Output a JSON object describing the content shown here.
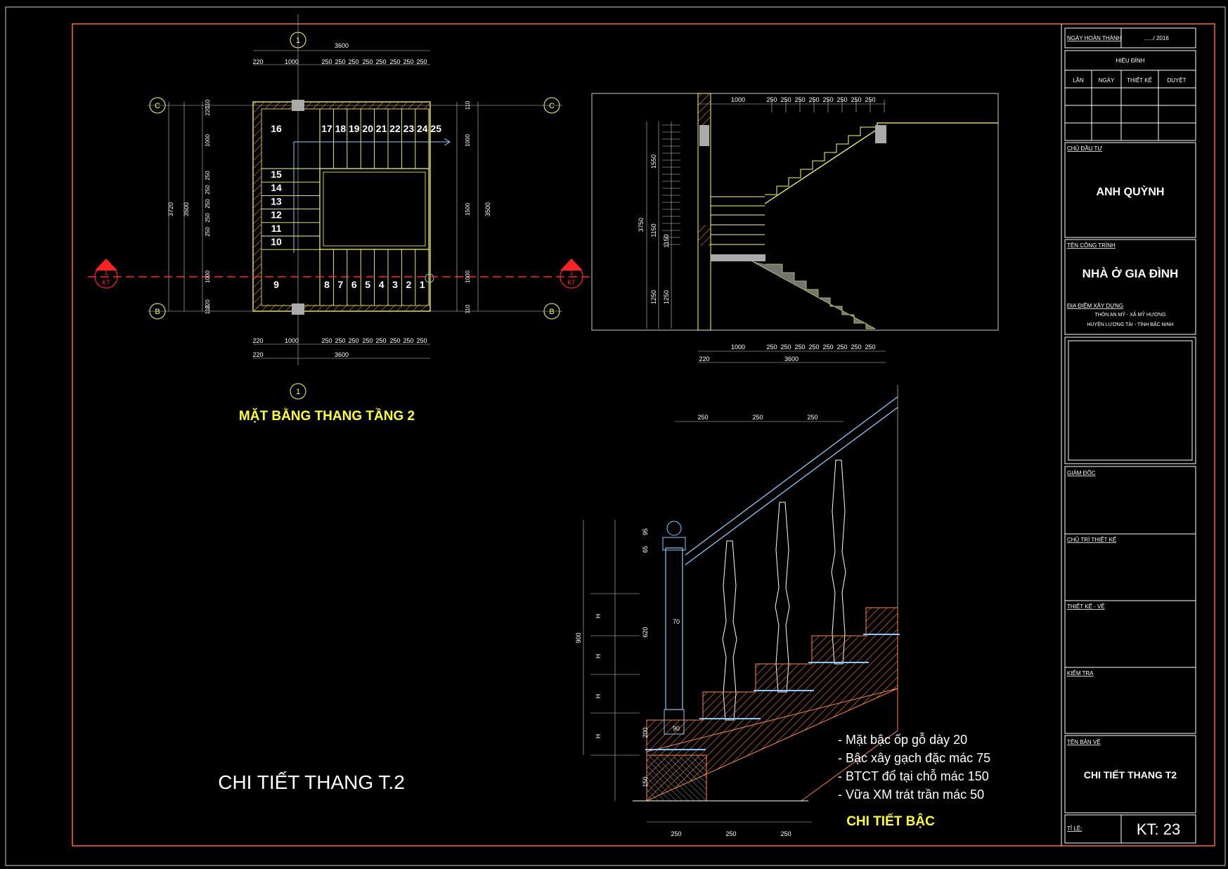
{
  "colors": {
    "background": "#000000",
    "border": "#ff6633",
    "stair_lines": "#ffff66",
    "dimension": "#ffffff",
    "axis_red": "#ff2222",
    "handrail": "#88ccff",
    "hatch": "#ff8844",
    "title_yellow": "#ffff33"
  },
  "plan": {
    "title": "MẶT BẰNG THANG TẦNG 2",
    "grid_axis_1": "1",
    "grid_axis_c": "C",
    "grid_axis_b": "B",
    "section_mark_top": "1",
    "section_mark_bottom": "KT",
    "top_total": "3600",
    "top_dims": [
      "220",
      "1000",
      "250",
      "250",
      "250",
      "250",
      "250",
      "250",
      "250",
      "250"
    ],
    "bottom_total": "3600",
    "bottom_dims": [
      "220",
      "1000",
      "250",
      "250",
      "250",
      "250",
      "250",
      "250",
      "250",
      "250"
    ],
    "bottom_first": "220",
    "left_dims": [
      "110",
      "220",
      "1000",
      "250",
      "250",
      "250",
      "250",
      "250",
      "1000",
      "220",
      "110"
    ],
    "left_total_a": "3720",
    "left_total_b": "3500",
    "right_dims": [
      "110",
      "1000",
      "1500",
      "1000",
      "110"
    ],
    "right_total": "3500",
    "steps_top": [
      "16",
      "17",
      "18",
      "19",
      "20",
      "21",
      "22",
      "23",
      "24",
      "25"
    ],
    "steps_left": [
      "15",
      "14",
      "13",
      "12",
      "11",
      "10"
    ],
    "steps_bottom": [
      "9",
      "8",
      "7",
      "6",
      "5",
      "4",
      "3",
      "2",
      "1"
    ]
  },
  "section": {
    "top_dims": [
      "1000",
      "250",
      "250",
      "250",
      "250",
      "250",
      "250",
      "250",
      "250"
    ],
    "bottom_dims": [
      "1000",
      "250",
      "250",
      "250",
      "250",
      "250",
      "250",
      "250",
      "250"
    ],
    "bottom_first": "220",
    "bottom_total": "3600",
    "left_total": "3750",
    "left_parts": [
      "1550",
      "1150",
      "1250"
    ],
    "left_parts_b": [
      "1150",
      "1250"
    ]
  },
  "detail": {
    "title": "CHI TIẾT THANG T.2",
    "step_title": "CHI TIẾT BẬC",
    "top_dims": [
      "250",
      "250",
      "250"
    ],
    "bottom_dims": [
      "250",
      "250",
      "250"
    ],
    "left_dims": [
      "95",
      "65",
      "620",
      "200",
      "150"
    ],
    "left_total": "900",
    "h_labels": [
      "H",
      "H",
      "H",
      "H"
    ],
    "post_dims": [
      "70",
      "90"
    ],
    "notes": [
      "- Mặt bậc ốp gỗ dày 20",
      "- Bậc xây gạch đặc mác 75",
      "- BTCT đổ tại chỗ mác 150",
      "- Vữa XM trát trần mác 50"
    ]
  },
  "titleblock": {
    "completion_label": "NGÀY HOÀN THÀNH",
    "completion_value": "....../ 2016",
    "revision": "HIỆU ĐÍNH",
    "rev_cols": [
      "LẦN",
      "NGÀY",
      "THIẾT KẾ",
      "DUYỆT"
    ],
    "owner_label": "CHỦ ĐẦU TƯ",
    "owner": "ANH QUỲNH",
    "project_label": "TÊN CÔNG TRÌNH",
    "project": "NHÀ Ở GIA ĐÌNH",
    "location_label": "ĐỊA ĐIỂM XÂY DỰNG",
    "location_1": "THÔN AN MỸ - XÃ MỸ HƯƠNG",
    "location_2": "HUYỆN LƯƠNG TÀI - TỈNH BẮC NINH",
    "director": "GIÁM ĐỐC",
    "chief_designer": "CHỦ TRÌ THIẾT KẾ",
    "designer": "THIẾT KẾ - VẼ",
    "checker": "KIỂM TRA",
    "drawing_label": "TÊN BẢN VẼ",
    "drawing": "CHI TIẾT THANG T2",
    "scale_label": "TỈ LỆ:",
    "sheet_no": "KT: 23"
  }
}
